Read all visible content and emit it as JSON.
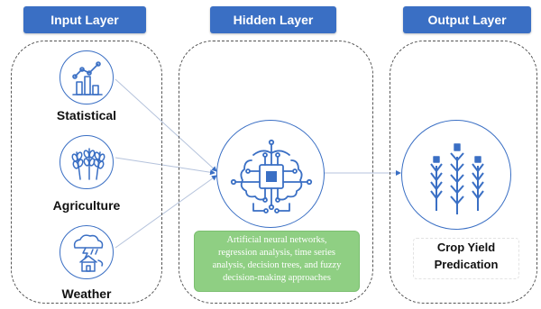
{
  "headers": {
    "input": "Input Layer",
    "hidden": "Hidden Layer",
    "output": "Output Layer"
  },
  "inputs": [
    {
      "label": "Statistical",
      "icon": "bar-chart-icon"
    },
    {
      "label": "Agriculture",
      "icon": "wheat-icon"
    },
    {
      "label": "Weather",
      "icon": "storm-house-icon"
    }
  ],
  "hidden": {
    "icon": "ai-brain-chip-icon",
    "methods_line1": "Artificial neural networks,",
    "methods_line2": "regression analysis, time series",
    "methods_line3": "analysis, decision trees, and fuzzy",
    "methods_line4": "decision-making approaches"
  },
  "output": {
    "icon": "crop-wheat-icon",
    "label_line1": "Crop Yield",
    "label_line2": "Predication"
  },
  "colors": {
    "header_bg": "#3a6fc4",
    "icon_stroke": "#3a6fc4",
    "methods_bg": "#8fcf83",
    "connector": "#9fb3d6"
  }
}
